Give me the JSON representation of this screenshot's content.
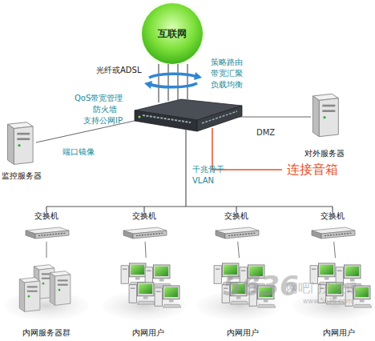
{
  "diagram": {
    "nodes": [
      {
        "text": [
          "互联网"
        ]
      },
      {
        "text": [
          "监控服务器"
        ]
      },
      {
        "text": [
          "对外服务器"
        ]
      },
      {
        "text": [
          "交换机"
        ]
      },
      {
        "text": [
          "交换机"
        ]
      },
      {
        "text": [
          "交换机"
        ]
      },
      {
        "text": [
          "交换机"
        ]
      },
      {
        "text": [
          "内网服务器群"
        ]
      },
      {
        "text": [
          "内网用户"
        ]
      },
      {
        "text": [
          "内网用户"
        ]
      },
      {
        "text": [
          "内网用户"
        ]
      }
    ],
    "edges": [
      {
        "from": 3,
        "to": 7,
        "arrow": "none"
      },
      {
        "from": 4,
        "to": 8,
        "arrow": "none"
      },
      {
        "from": 5,
        "to": 9,
        "arrow": "none"
      },
      {
        "from": 6,
        "to": 10,
        "arrow": "none"
      }
    ],
    "labels": [
      "光纤或ADSL",
      "策略路由",
      "带宽汇聚",
      "负载均衡",
      "QoS带宽管理",
      "防火墙",
      "支持公网IP",
      "端口镜像",
      "DMZ",
      "连接音箱",
      "千兆骨干",
      "VLAN",
      "5636",
      "网吧门户资讯",
      "www.5636.com"
    ]
  }
}
